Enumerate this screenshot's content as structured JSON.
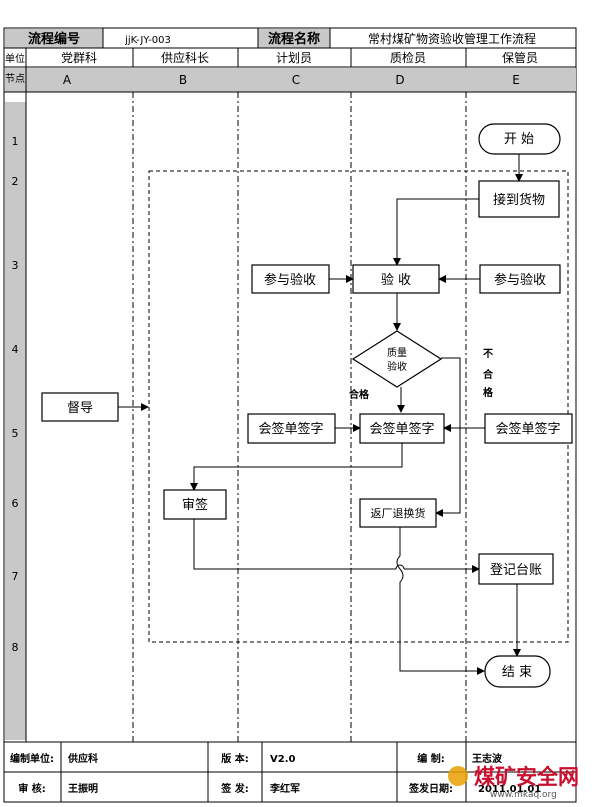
{
  "header": {
    "code_label": "流程编号",
    "code_value": "jjK-JY-003",
    "name_label": "流程名称",
    "name_value": "常村煤矿物资验收管理工作流程"
  },
  "lanes_header": {
    "unit_label": "单位",
    "node_label": "节点",
    "units": [
      "党群科",
      "供应科长",
      "计划员",
      "质检员",
      "保管员"
    ],
    "letters": [
      "A",
      "B",
      "C",
      "D",
      "E"
    ]
  },
  "rows": [
    "1",
    "2",
    "3",
    "4",
    "5",
    "6",
    "7",
    "8"
  ],
  "nodes": {
    "start": "开 始",
    "receive": "接到货物",
    "join_plan": "参与验收",
    "inspect": "验 收",
    "join_keeper": "参与验收",
    "quality": "质量验收",
    "supervise": "督导",
    "sign_plan": "会签单签字",
    "sign_qc": "会签单签字",
    "sign_keeper": "会签单签字",
    "approve": "审签",
    "return": "返厂退换货",
    "register": "登记台账",
    "end": "结 束"
  },
  "edge_labels": {
    "pass": "合格",
    "fail": "不合格"
  },
  "footer": {
    "unit_label": "编制单位:",
    "unit_value": "供应科",
    "version_label": "版 本:",
    "version_value": "V2.0",
    "author_label": "编 制:",
    "author_value": "王志波",
    "review_label": "审 核:",
    "review_value": "王振明",
    "issue_label": "签 发:",
    "issue_value": "李红军",
    "date_label": "签发日期:",
    "date_value": "2011.01.01"
  },
  "watermark": {
    "text": "煤矿安全网",
    "url": "www.mkaq.org"
  }
}
